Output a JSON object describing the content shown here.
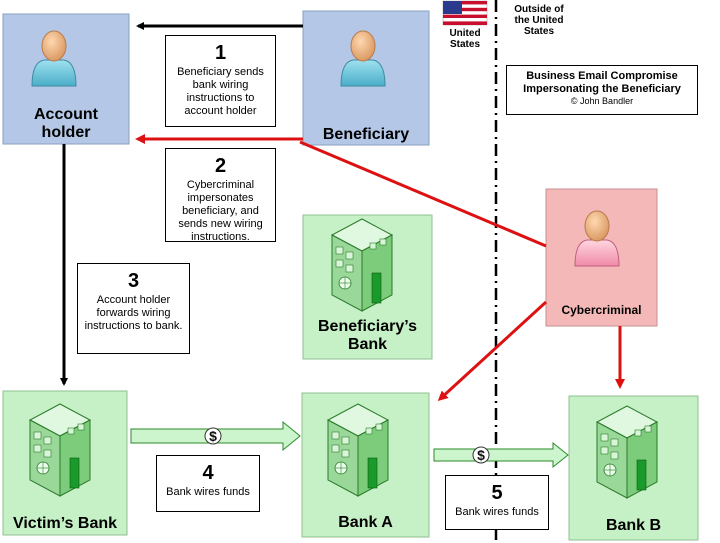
{
  "title_box": {
    "line1": "Business Email Compromise",
    "line2": "Impersonating the Beneficiary",
    "credit": "© John Bandler"
  },
  "regions": {
    "us_label": "United States",
    "outside_label": "Outside of the United States"
  },
  "nodes": {
    "account_holder": "Account holder",
    "beneficiary": "Beneficiary",
    "cybercriminal": "Cybercriminal",
    "beneficiarys_bank": "Beneficiary’s Bank",
    "victims_bank": "Victim’s Bank",
    "bank_a": "Bank A",
    "bank_b": "Bank B"
  },
  "steps": [
    {
      "num": "1",
      "text": "Beneficiary sends bank wiring instructions to account holder"
    },
    {
      "num": "2",
      "text": "Cybercriminal impersonates beneficiary, and sends new wiring instructions."
    },
    {
      "num": "3",
      "text": "Account holder forwards wiring instructions to bank."
    },
    {
      "num": "4",
      "text": "Bank wires funds"
    },
    {
      "num": "5",
      "text": "Bank wires funds"
    }
  ],
  "colors": {
    "person_node": "#b4c7e7",
    "criminal_node": "#f4b8b8",
    "bank_node": "#c6f0c6",
    "red_arrow": "#dd1111",
    "black_arrow": "#000000"
  }
}
